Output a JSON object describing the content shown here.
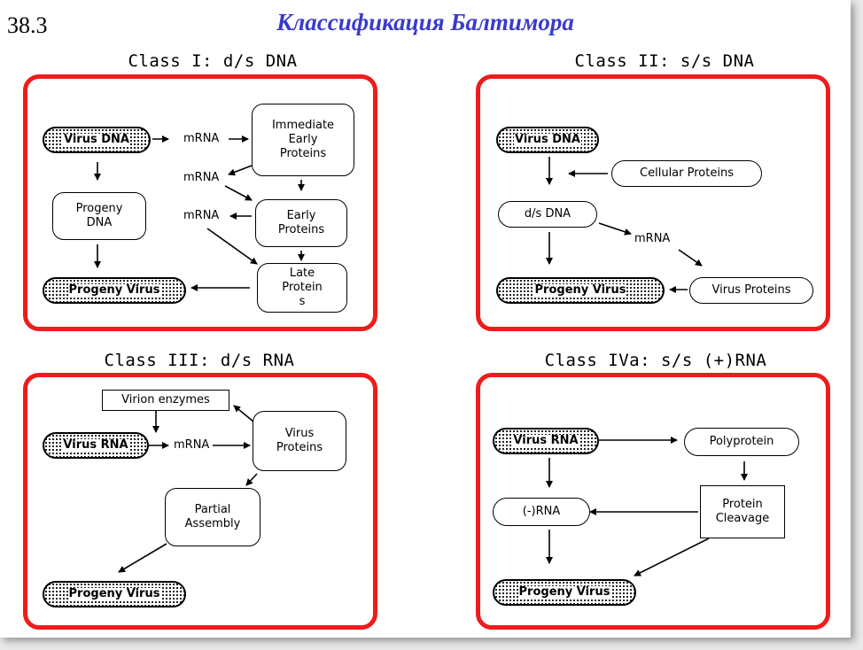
{
  "slide": {
    "number": "38.3",
    "title": "Классификация Балтимора"
  },
  "class1": {
    "title": "Class I: d/s DNA",
    "virus_dna": "Virus DNA",
    "mrna_1": "mRNA",
    "mrna_2": "mRNA",
    "mrna_3": "mRNA",
    "immediate_early": "Immediate Early Proteins",
    "early": "Early Proteins",
    "late": "Late Protein s",
    "progeny_dna": "Progeny DNA",
    "progeny_virus": "Progeny Virus"
  },
  "class2": {
    "title": "Class II: s/s DNA",
    "virus_dna": "Virus DNA",
    "cellular_proteins": "Cellular Proteins",
    "ds_dna": "d/s DNA",
    "mrna": "mRNA",
    "virus_proteins": "Virus Proteins",
    "progeny_virus": "Progeny Virus"
  },
  "class3": {
    "title": "Class III: d/s RNA",
    "virion_enzymes": "Virion enzymes",
    "virus_rna": "Virus RNA",
    "mrna": "mRNA",
    "virus_proteins": "Virus Proteins",
    "partial_assembly": "Partial Assembly",
    "progeny_virus": "Progeny Virus"
  },
  "class4": {
    "title": "Class IVa: s/s (+)RNA",
    "virus_rna": "Virus RNA",
    "polyprotein": "Polyprotein",
    "minus_rna": "(-)RNA",
    "protein_cleavage": "Protein Cleavage",
    "progeny_virus": "Progeny Virus"
  }
}
